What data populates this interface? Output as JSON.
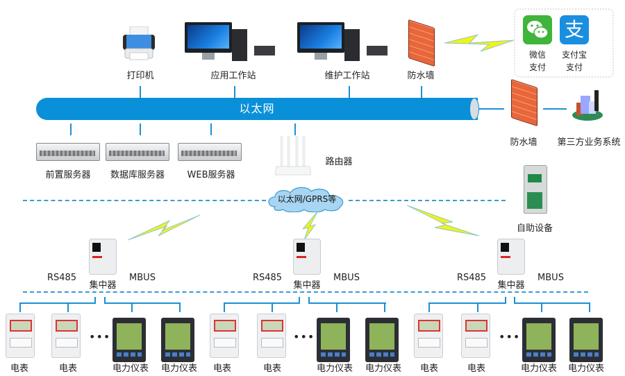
{
  "top_devices": [
    {
      "name": "printer",
      "label": "打印机"
    },
    {
      "name": "application-workstation",
      "label": "应用工作站"
    },
    {
      "name": "maintenance-workstation",
      "label": "维护工作站"
    },
    {
      "name": "firewall-top",
      "label": "防水墙"
    }
  ],
  "payments": {
    "wechat": {
      "label_line1": "微信",
      "label_line2": "支付",
      "color": "#3fb53a"
    },
    "alipay": {
      "label_line1": "支付宝",
      "label_line2": "支付",
      "glyph": "支",
      "color": "#1a8fe0"
    }
  },
  "ethernet": {
    "label": "以太网",
    "color": "#0a90d8"
  },
  "right_side": {
    "firewall_label": "防水墙",
    "third_party_label": "第三方业务系统"
  },
  "servers": [
    {
      "label": "前置服务器"
    },
    {
      "label": "数据库服务器"
    },
    {
      "label": "WEB服务器"
    }
  ],
  "router": {
    "label": "路由器"
  },
  "cloud": {
    "label": "以太网/GPRS等"
  },
  "kiosk": {
    "label": "自助设备"
  },
  "concentrator_groups": [
    {
      "concentrator_label": "集中器",
      "left_bus": "RS485",
      "right_bus": "MBUS",
      "devices": [
        "电表",
        "电表",
        "电力仪表",
        "电力仪表"
      ],
      "ellipsis": "•••"
    },
    {
      "concentrator_label": "集中器",
      "left_bus": "RS485",
      "right_bus": "MBUS",
      "devices": [
        "电表",
        "电表",
        "电力仪表",
        "电力仪表"
      ],
      "ellipsis": "•••"
    },
    {
      "concentrator_label": "集中器",
      "left_bus": "RS485",
      "right_bus": "MBUS",
      "devices": [
        "电表",
        "电表",
        "电力仪表",
        "电力仪表"
      ],
      "ellipsis": "•••"
    }
  ],
  "colors": {
    "line": "#1a8fd6",
    "dashed": "#3a9bd0",
    "bolt": "#f2f21a"
  }
}
